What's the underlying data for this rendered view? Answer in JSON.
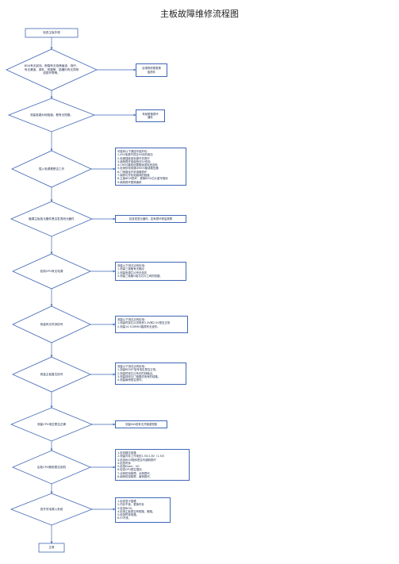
{
  "title": "主板故障维修流程图",
  "colors": {
    "box_border": "#3f67b5",
    "line": "#3f67b5",
    "text": "#1b2a4a"
  },
  "flow": {
    "start": "检查主板外观",
    "steps": [
      "BGA有无起泡、断裂有无烧焦痕迹、烧坏、有无漏液、掉件、短路等、插槽内有无异物或损坏帮等。",
      "测量各路对地阻值，看有无短路。",
      "插入电源看是否工作",
      "触摸主板各元器件是否发烫而元器件",
      "检测CPU有无电源",
      "测量有无时钟信号",
      "测量主板复位信号",
      "测量CPU电压是否正确",
      "由检CPU跑电是否到机",
      "查开关电源入系统"
    ],
    "end": "正常"
  },
  "notes": {
    "n1": [
      "目视修修更更换",
      "板损件"
    ],
    "n2": [
      "有就更换损坏",
      "器件"
    ],
    "n3": [
      "可能有以下原因不能开机：",
      "1.ATX电源不供应5V待机电压",
      "2.电源插座或电源开关损坏",
      "3.南桥损坏或南桥无5V供电",
      "4.CMOS跳线设置错误或电池没电",
      "5.检测供电电路中MOS管或稳压器",
      "6.门电路及开机电路损坏",
      "7.南桥与开机电路间的阻值",
      "8.主板BIOS损坏，更换BIOS芯片重写程序",
      "9.南桥损坏更换南桥"
    ],
    "n4": [
      "检查发烫元器件，如有损坏修复故障"
    ],
    "n5": [
      "测量以下测试点有检电：",
      "1.测量三极管有无输出",
      "2.测量电源芯片有无电压",
      "3.测量三极管G极与芯片之间的线路。"
    ],
    "n6": [
      "测量以下测试点有检电：",
      "1.测量时钟芯片供电有3.3V和2.5V是否正常",
      "2.测量14.318MHZ晶振有无波形。"
    ],
    "n7": [
      "测量以下测试点有检电：",
      "1.测量RESET信号电压是否正常。",
      "2.测量时钟芯片有无时钟输出。",
      "3.测量排线与门电路供电有的线路。",
      "4.测量南桥是否损坏。"
    ],
    "n8": [
      "测量VID线有无开路或短路"
    ],
    "n9": [
      "1.检查稳压电路",
      "2.测量内存工作电压2.5V/1.8V（1.5V）",
      "3.检查BIOS程序是否写错和损坏",
      "4.检查时钟",
      "5.检测Dram、I/O",
      "6.检查CPU是否插好。",
      "7.北桥供电故障，北桥损坏。",
      "8.南桥供电故障，南桥损坏。"
    ],
    "n10": [
      "1.检查显卡插槽",
      "2.内存不良，更换内存",
      "3.检查BIOS。",
      "4.检测主板是否有短路，断路。",
      "5.检测时钟电路。",
      "6.IO不良。"
    ]
  }
}
